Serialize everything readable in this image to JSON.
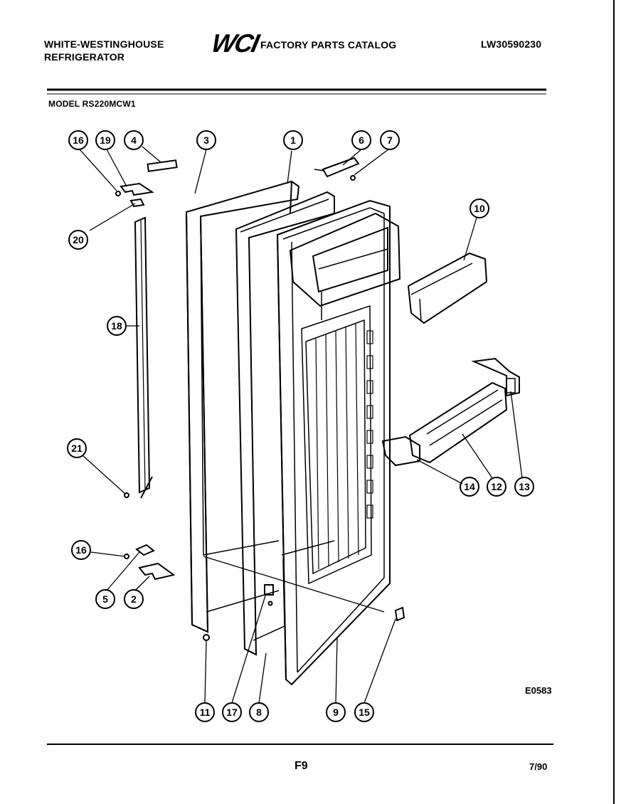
{
  "header": {
    "brand_line1": "WHITE-WESTINGHOUSE",
    "brand_line2": "REFRIGERATOR",
    "logo_text": "WCI",
    "catalog_title": "FACTORY PARTS CATALOG",
    "catalog_number": "LW30590230",
    "model": "MODEL RS220MCW1"
  },
  "diagram": {
    "callouts": [
      "16",
      "19",
      "4",
      "3",
      "1",
      "6",
      "7",
      "20",
      "10",
      "18",
      "21",
      "14",
      "12",
      "13",
      "16",
      "5",
      "2",
      "11",
      "17",
      "8",
      "9",
      "15"
    ],
    "figure_code": "E0583"
  },
  "footer": {
    "page": "F9",
    "date": "7/90"
  }
}
